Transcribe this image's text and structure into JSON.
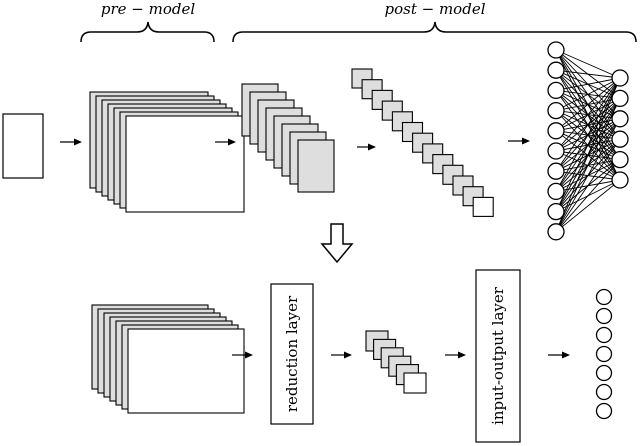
{
  "labels": {
    "pre_model": "pre − model",
    "post_model": "post − model",
    "reduction_layer": "reduction layer",
    "input_output_layer": "input-output layer"
  },
  "colors": {
    "stroke": "#000000",
    "frame_fill": "#dedede",
    "front_fill": "#ffffff",
    "highlight_fill": "#dedede",
    "background": "#ffffff"
  },
  "icons": {
    "transform_arrow": "hollow-down-arrow-icon",
    "flow_arrow": "right-arrow-icon"
  }
}
